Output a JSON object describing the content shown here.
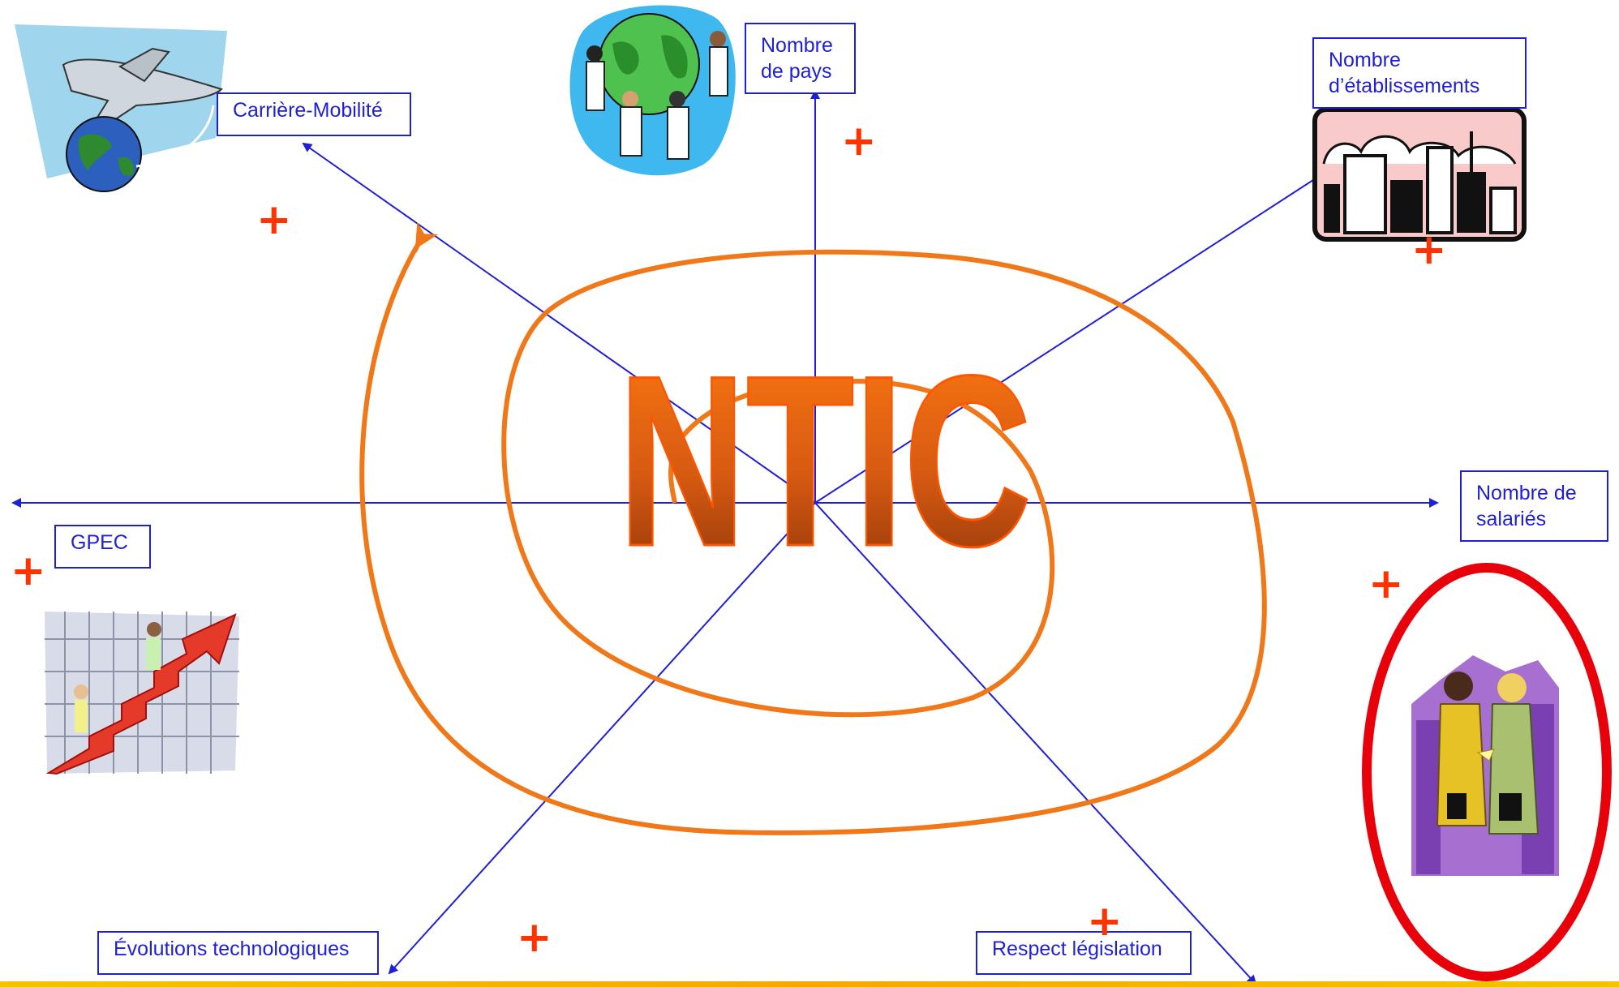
{
  "title": "NTIC",
  "nodes": {
    "career": "Carrière-Mobilité",
    "countries": "Nombre de pays",
    "establishments": "Nombre d’établissements",
    "employees": "Nombre de salariés",
    "gpec": "GPEC",
    "tech": "Évolutions technologiques",
    "law": "Respect législation"
  },
  "signs": {
    "career": "+",
    "countries": "+",
    "establishments": "+",
    "gpec": "+",
    "employees": "+",
    "tech": "+",
    "law": "+"
  },
  "colors": {
    "axis": "#1f1fd6",
    "spiral": "#f07818",
    "plus": "#ff3300",
    "highlight": "#e8000a"
  },
  "icons": {
    "career": "airplane-globe-icon",
    "countries": "people-around-globe-icon",
    "establishments": "city-buildings-icon",
    "gpec": "climbing-growth-chart-icon",
    "employees": "business-handshake-icon"
  }
}
